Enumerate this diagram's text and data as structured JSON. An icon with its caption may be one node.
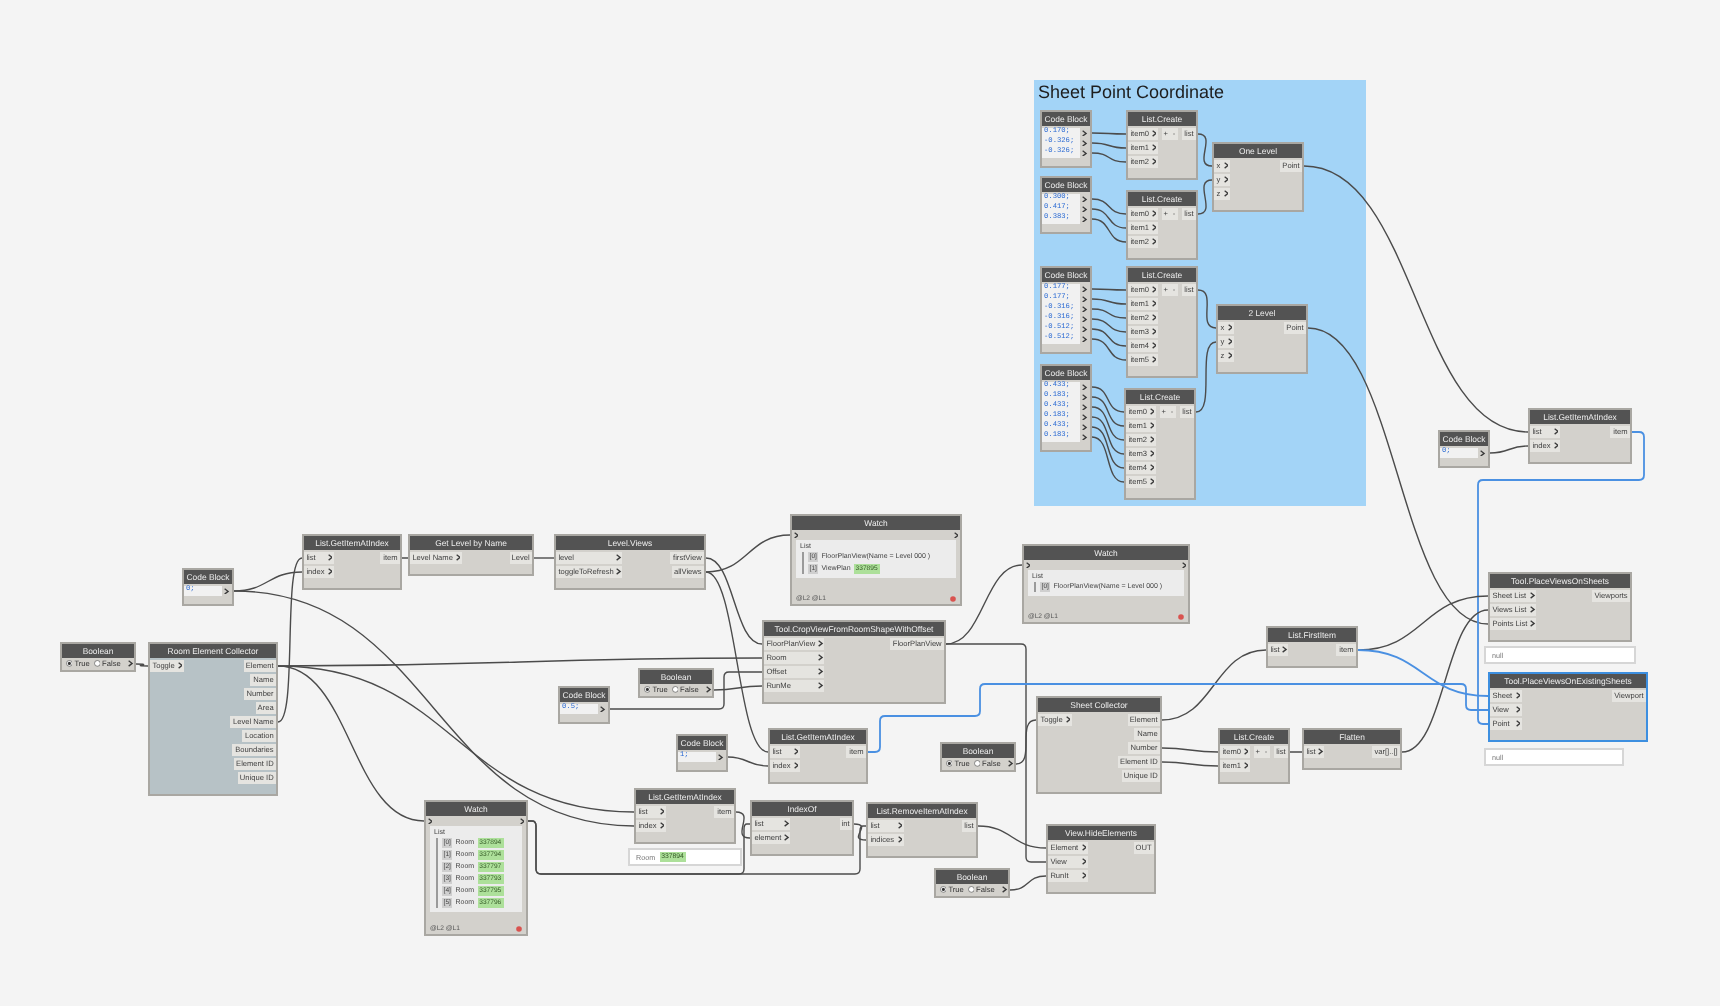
{
  "diagram": {
    "nodes": [
      {
        "text": [
          "Sheet Point Coordinate"
        ]
      },
      {
        "text": [
          "Code Block",
          "0.170;",
          "-0.326;",
          "-0.326;"
        ],
        "in": 0
      },
      {
        "text": [
          "List.Create",
          "item0",
          "item1",
          "item2",
          "+",
          "-",
          "list"
        ],
        "in": 0
      },
      {
        "text": [
          "Code Block",
          "0.300;",
          "0.417;",
          "0.383;"
        ],
        "in": 0
      },
      {
        "text": [
          "List.Create",
          "item0",
          "item1",
          "item2",
          "+",
          "-",
          "list"
        ],
        "in": 0
      },
      {
        "text": [
          "One Level",
          "x",
          "y",
          "z",
          "Point"
        ],
        "in": 0
      },
      {
        "text": [
          "Code Block",
          "0.177;",
          "0.177;",
          "-0.316;",
          "-0.316;",
          "-0.512;",
          "-0.512;"
        ],
        "in": 0
      },
      {
        "text": [
          "List.Create",
          "item0",
          "item1",
          "item2",
          "item3",
          "item4",
          "item5",
          "+",
          "-",
          "list"
        ],
        "in": 0
      },
      {
        "text": [
          "2 Level",
          "x",
          "y",
          "z",
          "Point"
        ],
        "in": 0
      },
      {
        "text": [
          "Code Block",
          "0.433;",
          "0.183;",
          "0.433;",
          "0.183;",
          "0.433;",
          "0.183;"
        ],
        "in": 0
      },
      {
        "text": [
          "List.Create",
          "item0",
          "item1",
          "item2",
          "item3",
          "item4",
          "item5",
          "+",
          "-",
          "list"
        ],
        "in": 0
      },
      {
        "text": [
          "Code Block",
          "0;"
        ]
      },
      {
        "text": [
          "List.GetItemAtIndex",
          "list",
          "index",
          "item"
        ]
      },
      {
        "text": [
          "Tool.PlaceViewsOnSheets",
          "Sheet List",
          "Views List",
          "Points List",
          "Viewports"
        ],
        "beside": [
          "null"
        ]
      },
      {
        "text": [
          "Tool.PlaceViewsOnExistingSheets",
          "Sheet",
          "View",
          "Point",
          "Viewport"
        ],
        "beside": [
          "null"
        ]
      },
      {
        "text": [
          "Boolean",
          "True",
          "False"
        ]
      },
      {
        "text": [
          "Room Element Collector",
          "Toggle",
          "Element",
          "Name",
          "Number",
          "Area",
          "Level Name",
          "Location",
          "Boundaries",
          "Element ID",
          "Unique ID"
        ]
      },
      {
        "text": [
          "Code Block",
          "0;"
        ]
      },
      {
        "text": [
          "List.GetItemAtIndex",
          "list",
          "index",
          "item"
        ]
      },
      {
        "text": [
          "Get Level by Name",
          "Level Name",
          "Level"
        ]
      },
      {
        "text": [
          "Level.Views",
          "level",
          "toggleToRefresh",
          "firstView",
          "allViews"
        ]
      },
      {
        "text": [
          "Watch",
          "List",
          "[0]",
          "FloorPlanView(Name = Level 000 )",
          "[1]",
          "ViewPlan",
          "337895",
          "@L2 @L1"
        ]
      },
      {
        "text": [
          "Tool.CropViewFromRoomShapeWithOffset",
          "FloorPlanView",
          "Room",
          "Offset",
          "RunMe",
          "FloorPlanView"
        ]
      },
      {
        "text": [
          "Boolean",
          "True",
          "False"
        ]
      },
      {
        "text": [
          "Code Block",
          "0.5;"
        ]
      },
      {
        "text": [
          "Watch",
          "List",
          "[0]",
          "FloorPlanView(Name = Level 000 )",
          "@L2 @L1"
        ]
      },
      {
        "text": [
          "Code Block",
          "1;"
        ]
      },
      {
        "text": [
          "List.GetItemAtIndex",
          "list",
          "index",
          "item"
        ]
      },
      {
        "text": [
          "Boolean",
          "True",
          "False"
        ]
      },
      {
        "text": [
          "Sheet Collector",
          "Toggle",
          "Element",
          "Name",
          "Number",
          "Element ID",
          "Unique ID"
        ]
      },
      {
        "text": [
          "List.FirstItem",
          "list",
          "item"
        ]
      },
      {
        "text": [
          "List.Create",
          "item0",
          "item1",
          "+",
          "-",
          "list"
        ]
      },
      {
        "text": [
          "Flatten",
          "list",
          "var[]..[]"
        ]
      },
      {
        "text": [
          "Watch",
          "List",
          "[0]",
          "Room",
          "337894",
          "[1]",
          "Room",
          "337794",
          "[2]",
          "Room",
          "337797",
          "[3]",
          "Room",
          "337793",
          "[4]",
          "Room",
          "337795",
          "[5]",
          "Room",
          "337796",
          "@L2 @L1"
        ]
      },
      {
        "text": [
          "List.GetItemAtIndex",
          "list",
          "index",
          "item"
        ],
        "beside": [
          "Room",
          "337894"
        ]
      },
      {
        "text": [
          "IndexOf",
          "list",
          "element",
          "int"
        ]
      },
      {
        "text": [
          "List.RemoveItemAtIndex",
          "list",
          "indices",
          "list"
        ]
      },
      {
        "text": [
          "View.HideElements",
          "Element",
          "View",
          "RunIt",
          "OUT"
        ]
      },
      {
        "text": [
          "Boolean",
          "True",
          "False"
        ]
      }
    ],
    "edges": [
      {
        "from": 1,
        "to": 2,
        "arrow": "none"
      },
      {
        "from": 1,
        "to": 2,
        "arrow": "none"
      },
      {
        "from": 1,
        "to": 2,
        "arrow": "none"
      },
      {
        "from": 3,
        "to": 4,
        "arrow": "none"
      },
      {
        "from": 3,
        "to": 4,
        "arrow": "none"
      },
      {
        "from": 3,
        "to": 4,
        "arrow": "none"
      },
      {
        "from": 2,
        "to": 5,
        "arrow": "none"
      },
      {
        "from": 4,
        "to": 5,
        "arrow": "none"
      },
      {
        "from": 6,
        "to": 7,
        "arrow": "none"
      },
      {
        "from": 6,
        "to": 7,
        "arrow": "none"
      },
      {
        "from": 6,
        "to": 7,
        "arrow": "none"
      },
      {
        "from": 6,
        "to": 7,
        "arrow": "none"
      },
      {
        "from": 6,
        "to": 7,
        "arrow": "none"
      },
      {
        "from": 6,
        "to": 7,
        "arrow": "none"
      },
      {
        "from": 9,
        "to": 10,
        "arrow": "none"
      },
      {
        "from": 9,
        "to": 10,
        "arrow": "none"
      },
      {
        "from": 9,
        "to": 10,
        "arrow": "none"
      },
      {
        "from": 9,
        "to": 10,
        "arrow": "none"
      },
      {
        "from": 9,
        "to": 10,
        "arrow": "none"
      },
      {
        "from": 9,
        "to": 10,
        "arrow": "none"
      },
      {
        "from": 7,
        "to": 8,
        "arrow": "none"
      },
      {
        "from": 10,
        "to": 8,
        "arrow": "none"
      },
      {
        "from": 5,
        "to": 12,
        "arrow": "none"
      },
      {
        "from": 11,
        "to": 12,
        "arrow": "none"
      },
      {
        "from": 8,
        "to": 13,
        "arrow": "none"
      },
      {
        "from": 12,
        "to": 14,
        "arrow": "none",
        "color": "#4a90e2"
      },
      {
        "from": 15,
        "to": 16,
        "arrow": "none"
      },
      {
        "from": 17,
        "to": 18,
        "arrow": "none"
      },
      {
        "from": 16,
        "to": 18,
        "arrow": "none"
      },
      {
        "from": 18,
        "to": 19,
        "arrow": "none"
      },
      {
        "from": 19,
        "to": 20,
        "arrow": "none"
      },
      {
        "from": 20,
        "to": 21,
        "arrow": "none"
      },
      {
        "from": 20,
        "to": 22,
        "arrow": "none"
      },
      {
        "from": 16,
        "to": 22,
        "arrow": "none"
      },
      {
        "from": 24,
        "to": 22,
        "arrow": "none"
      },
      {
        "from": 23,
        "to": 22,
        "arrow": "none"
      },
      {
        "from": 22,
        "to": 25,
        "arrow": "none"
      },
      {
        "from": 22,
        "to": 37,
        "arrow": "none"
      },
      {
        "from": 16,
        "to": 33,
        "arrow": "none"
      },
      {
        "from": 17,
        "to": 34,
        "arrow": "none"
      },
      {
        "from": 16,
        "to": 34,
        "arrow": "none"
      },
      {
        "from": 34,
        "to": 35,
        "arrow": "none"
      },
      {
        "from": 33,
        "to": 35,
        "arrow": "none"
      },
      {
        "from": 33,
        "to": 36,
        "arrow": "none"
      },
      {
        "from": 35,
        "to": 36,
        "arrow": "none"
      },
      {
        "from": 36,
        "to": 37,
        "arrow": "none"
      },
      {
        "from": 38,
        "to": 37,
        "arrow": "none"
      },
      {
        "from": 20,
        "to": 27,
        "arrow": "none"
      },
      {
        "from": 26,
        "to": 27,
        "arrow": "none"
      },
      {
        "from": 28,
        "to": 29,
        "arrow": "none"
      },
      {
        "from": 29,
        "to": 30,
        "arrow": "none"
      },
      {
        "from": 29,
        "to": 31,
        "arrow": "none"
      },
      {
        "from": 29,
        "to": 31,
        "arrow": "none"
      },
      {
        "from": 31,
        "to": 32,
        "arrow": "none"
      },
      {
        "from": 30,
        "to": 13,
        "arrow": "none"
      },
      {
        "from": 32,
        "to": 13,
        "arrow": "none"
      },
      {
        "from": 30,
        "to": 14,
        "arrow": "none",
        "color": "#4a90e2"
      },
      {
        "from": 27,
        "to": 14,
        "arrow": "none",
        "color": "#4a90e2"
      }
    ]
  }
}
